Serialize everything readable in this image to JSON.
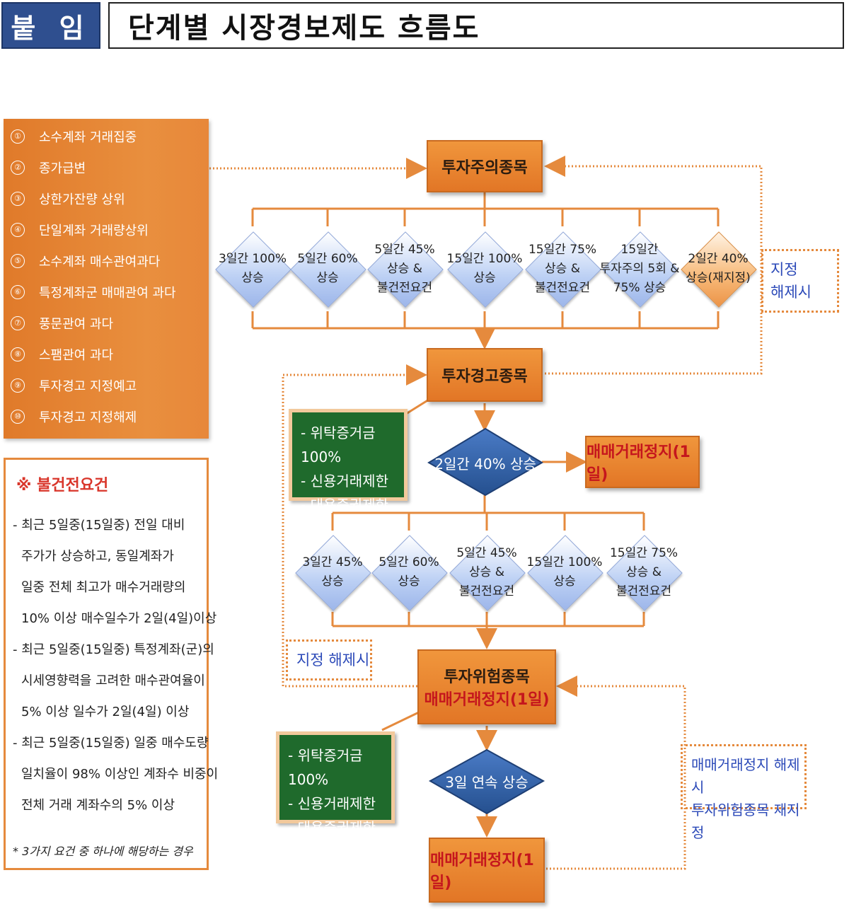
{
  "header": {
    "tag": "붙 임",
    "title": "단계별 시장경보제도 흐름도"
  },
  "conditions": [
    {
      "num": "①",
      "text": "소수계좌 거래집중"
    },
    {
      "num": "②",
      "text": "종가급변"
    },
    {
      "num": "③",
      "text": "상한가잔량 상위"
    },
    {
      "num": "④",
      "text": "단일계좌 거래량상위"
    },
    {
      "num": "⑤",
      "text": "소수계좌 매수관여과다"
    },
    {
      "num": "⑥",
      "text": "특정계좌군 매매관여 과다"
    },
    {
      "num": "⑦",
      "text": "풍문관여 과다"
    },
    {
      "num": "⑧",
      "text": "스팸관여 과다"
    },
    {
      "num": "⑨",
      "text": "투자경고 지정예고"
    },
    {
      "num": "⑩",
      "text": "투자경고 지정해제"
    }
  ],
  "unfair": {
    "title": "※ 불건전요건",
    "lines": [
      "- 최근 5일중(15일중) 전일 대비",
      "  주가가 상승하고, 동일계좌가",
      "  일중 전체 최고가 매수거래량의",
      "  10% 이상 매수일수가 2일(4일)이상",
      "- 최근 5일중(15일중) 특정계좌(군)의",
      "  시세영향력을 고려한 매수관여율이",
      "  5% 이상 일수가 2일(4일) 이상",
      "- 최근 5일중(15일중) 일중 매수도량",
      "  일치율이 98% 이상인 계좌수 비중이",
      "  전체 거래 계좌수의 5% 이상"
    ],
    "footnote": "* 3가지 요건 중 하나에 해당하는 경우"
  },
  "stages": {
    "caution": "투자주의종목",
    "warning": "투자경고종목",
    "risk": "투자위험종목",
    "risk_sub": "매매거래정지(1일)",
    "halt1": "매매거래정지(1일)",
    "halt2": "매매거래정지(1일)"
  },
  "caution_criteria": [
    {
      "l1": "3일간 100%",
      "l2": "상승",
      "l3": ""
    },
    {
      "l1": "5일간 60%",
      "l2": "상승",
      "l3": ""
    },
    {
      "l1": "5일간 45%",
      "l2": "상승 &",
      "l3": "불건전요건"
    },
    {
      "l1": "15일간 100%",
      "l2": "상승",
      "l3": ""
    },
    {
      "l1": "15일간 75%",
      "l2": "상승 &",
      "l3": "불건전요건"
    },
    {
      "l1": "15일간",
      "l2": "투자주의 5회 &",
      "l3": "75% 상승"
    },
    {
      "l1": "2일간 40%",
      "l2": "상승(재지정)",
      "l3": ""
    }
  ],
  "warning_criteria": [
    {
      "l1": "3일간 45%",
      "l2": "상승",
      "l3": ""
    },
    {
      "l1": "5일간 60%",
      "l2": "상승",
      "l3": ""
    },
    {
      "l1": "5일간 45%",
      "l2": "상승 &",
      "l3": "불건전요건"
    },
    {
      "l1": "15일간 100%",
      "l2": "상승",
      "l3": ""
    },
    {
      "l1": "15일간 75%",
      "l2": "상승 &",
      "l3": "불건전요건"
    }
  ],
  "green1": [
    "- 위탁증거금100%",
    "- 신용거래제한",
    "- 대용증권제한"
  ],
  "green2": [
    "- 위탁증거금100%",
    "- 신용거래제한",
    "- 대용증권제한"
  ],
  "decision1": "2일간 40% 상승",
  "decision2": "3일 연속 상승",
  "labels": {
    "release_right_1": "지정",
    "release_right_2": "해제시",
    "release_left": "지정 해제시",
    "rehalt_1": "매매거래정지 해제시",
    "rehalt_2": "투자위험종목 재지정"
  },
  "colors": {
    "orange": "#e27626",
    "blue": "#2f5fa8",
    "green": "#1f6a2c",
    "red": "#c5161d",
    "label_blue": "#2b49b8"
  }
}
